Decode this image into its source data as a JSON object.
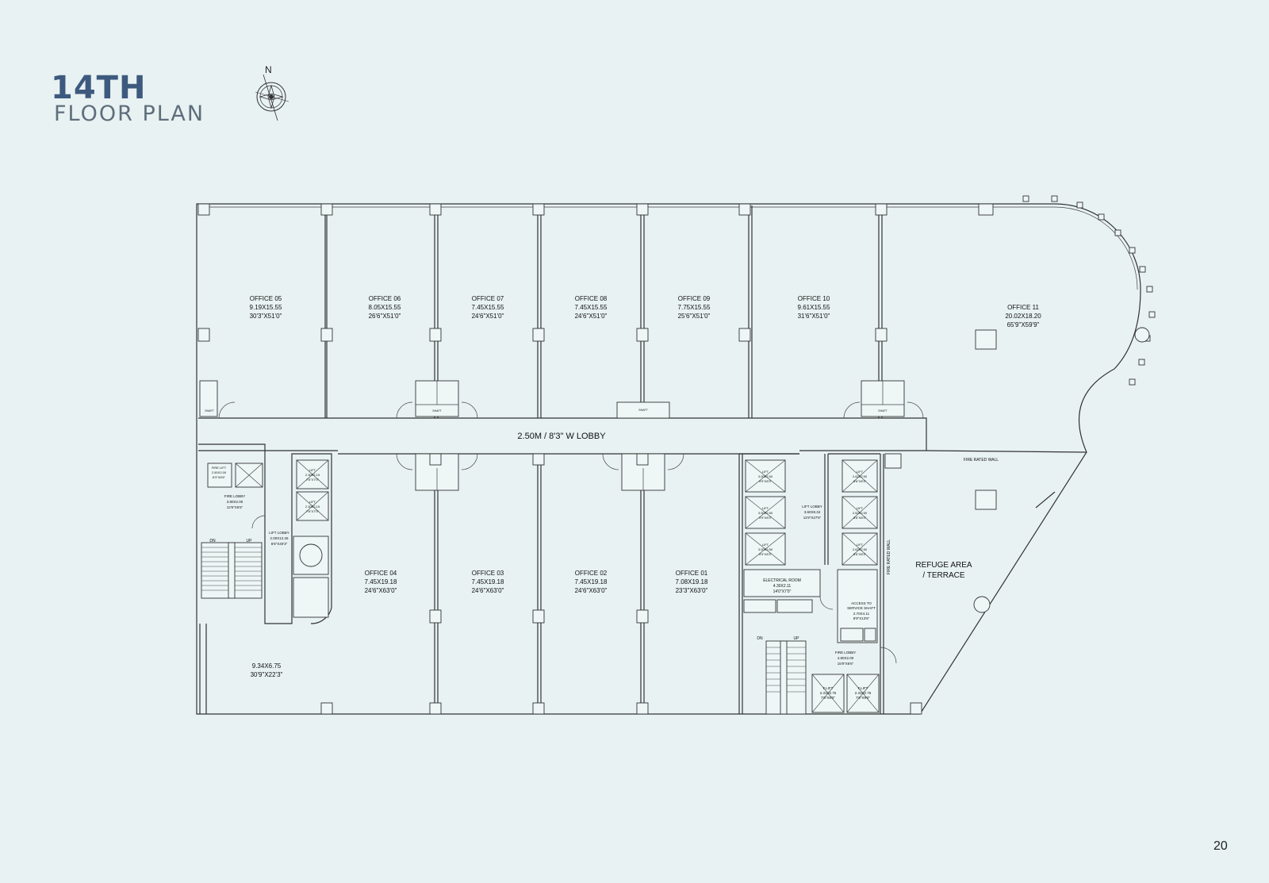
{
  "title": {
    "number": "14TH",
    "subtitle": "FLOOR PLAN"
  },
  "compass": {
    "north_label": "N"
  },
  "page_number": "20",
  "lobby": {
    "label": "2.50M / 8'3\" W LOBBY"
  },
  "offices_top": [
    {
      "name": "OFFICE 05",
      "metric": "9.19X15.55",
      "imperial": "30'3\"X51'0\""
    },
    {
      "name": "OFFICE 06",
      "metric": "8.05X15.55",
      "imperial": "26'6\"X51'0\""
    },
    {
      "name": "OFFICE 07",
      "metric": "7.45X15.55",
      "imperial": "24'6\"X51'0\""
    },
    {
      "name": "OFFICE 08",
      "metric": "7.45X15.55",
      "imperial": "24'6\"X51'0\""
    },
    {
      "name": "OFFICE 09",
      "metric": "7.75X15.55",
      "imperial": "25'6\"X51'0\""
    },
    {
      "name": "OFFICE 10",
      "metric": "9.61X15.55",
      "imperial": "31'6\"X51'0\""
    },
    {
      "name": "OFFICE 11",
      "metric": "20.02X18.20",
      "imperial": "65'9\"X59'9\""
    }
  ],
  "offices_bottom": [
    {
      "name": "OFFICE 04",
      "metric": "7.45X19.18",
      "imperial": "24'6\"X63'0\""
    },
    {
      "name": "OFFICE 03",
      "metric": "7.45X19.18",
      "imperial": "24'6\"X63'0\""
    },
    {
      "name": "OFFICE 02",
      "metric": "7.45X19.18",
      "imperial": "24'6\"X63'0\""
    },
    {
      "name": "OFFICE 01",
      "metric": "7.08X19.18",
      "imperial": "23'3\"X63'0\""
    }
  ],
  "open_area": {
    "metric": "9.34X6.75",
    "imperial": "30'9\"X22'3\""
  },
  "refuge": {
    "line1": "REFUGE AREA",
    "line2": "/ TERRACE"
  },
  "fire_rated_wall": "FIRE RATED WALL",
  "shaft": "SHAFT",
  "core_west": {
    "fire_lift": {
      "label": "FIRE LIFT",
      "metric": "2.50X2.00",
      "imperial": "8'3\"X6'6\""
    },
    "fire_lobby": {
      "label": "FIRE LOBBY",
      "metric": "3.80X2.00",
      "imperial": "12'6\"X6'6\""
    },
    "lifts": [
      {
        "label": "LIFT",
        "metric": "2.30X2.15",
        "imperial": "7'6\"X7'0\""
      },
      {
        "label": "LIFT",
        "metric": "2.30X2.15",
        "imperial": "7'6\"X7'0\""
      }
    ],
    "lift_lobby": {
      "label": "LIFT LOBBY",
      "metric": "2.00X12.26",
      "imperial": "6'6\"X40'3\""
    },
    "stair_dn": "DN",
    "stair_up": "UP"
  },
  "core_east": {
    "lifts_left": [
      {
        "label": "LIFT",
        "metric": "3.00X2.50",
        "imperial": "9'9\"X8'3\""
      },
      {
        "label": "LIFT",
        "metric": "3.00X2.50",
        "imperial": "9'9\"X8'3\""
      },
      {
        "label": "LIFT",
        "metric": "3.00X2.50",
        "imperial": "9'9\"X8'3\""
      }
    ],
    "lifts_right": [
      {
        "label": "LIFT",
        "metric": "2.62X2.50",
        "imperial": "8'6\"X8'3\""
      },
      {
        "label": "LIFT",
        "metric": "2.62X2.50",
        "imperial": "8'6\"X8'3\""
      },
      {
        "label": "LIFT",
        "metric": "2.62X2.50",
        "imperial": "8'6\"X8'3\""
      }
    ],
    "lift_lobby": {
      "label": "LIFT LOBBY",
      "metric": "3.60X8.34",
      "imperial": "11'9\"X27'6\""
    },
    "electrical_room": {
      "label": "ELECTRICAL ROOM",
      "metric": "4.30X2.11",
      "imperial": "14'0\"X7'0\""
    },
    "service_shaft": {
      "label1": "ACCESS TO",
      "label2": "SERVICE SHAFT",
      "metric": "2.70X4.11",
      "imperial": "8'9\"X13'6\""
    },
    "fire_lobby": {
      "label": "FIRE LOBBY",
      "metric": "4.80X2.00",
      "imperial": "15'9\"X6'6\""
    },
    "fire_lifts": [
      {
        "label": "F.LIFT",
        "metric": "2.31X2.75",
        "imperial": "7'6\"X9'0\""
      },
      {
        "label": "F.LIFT",
        "metric": "2.31X2.75",
        "imperial": "7'6\"X9'0\""
      }
    ],
    "stair_dn": "DN",
    "stair_up": "UP"
  }
}
